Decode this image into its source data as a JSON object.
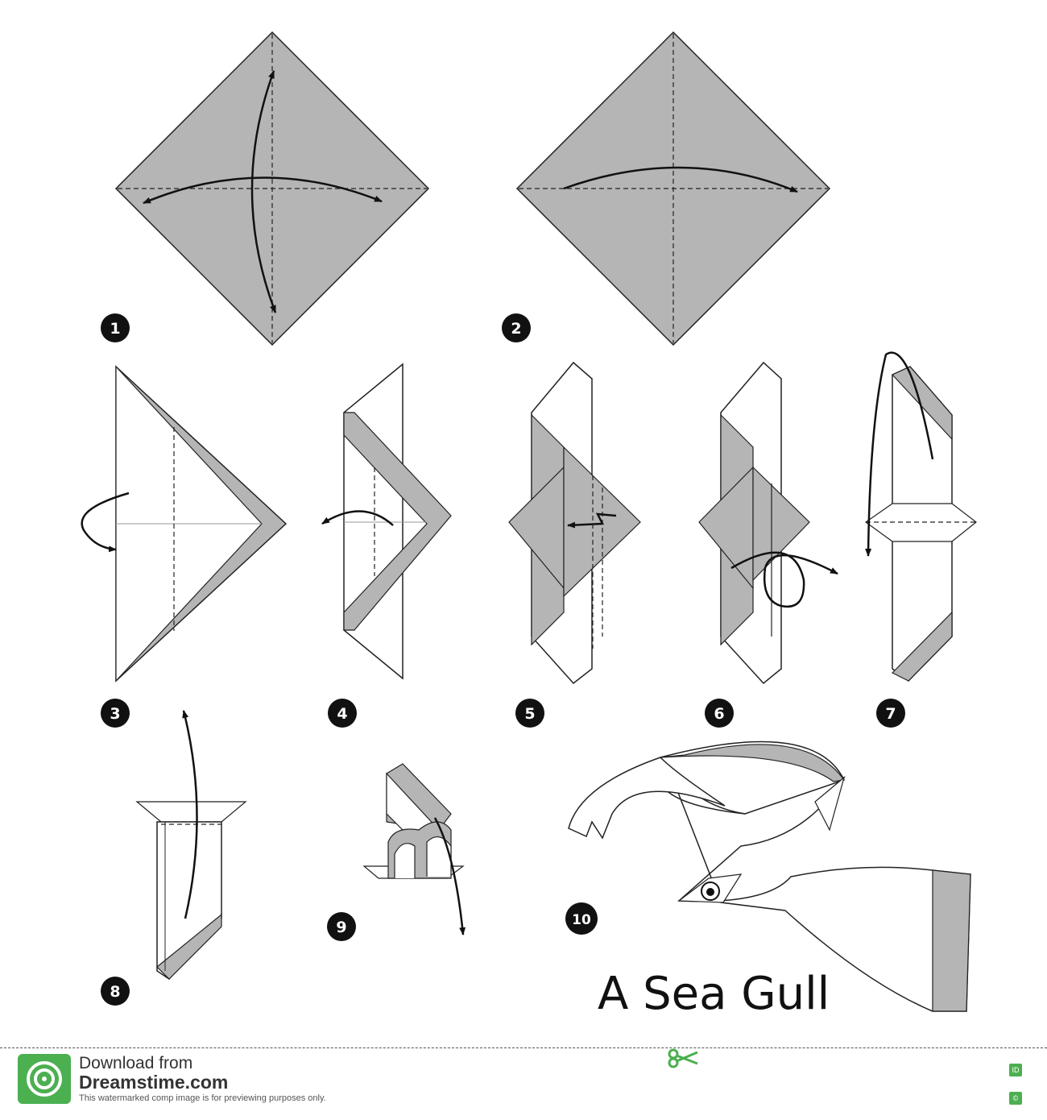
{
  "steps": [
    "1",
    "2",
    "3",
    "4",
    "5",
    "6",
    "7",
    "8",
    "9",
    "10"
  ],
  "title": "A Sea Gull",
  "colors": {
    "paper_gray": "#b5b5b5",
    "line": "#1a1a1a",
    "footer_green": "#4caf50"
  },
  "footer": {
    "download_label": "Download from",
    "site": "Dreamstime.com",
    "note": "This watermarked comp image is for previewing purposes only.",
    "badge_id": "ID",
    "badge_copyright": "©"
  }
}
